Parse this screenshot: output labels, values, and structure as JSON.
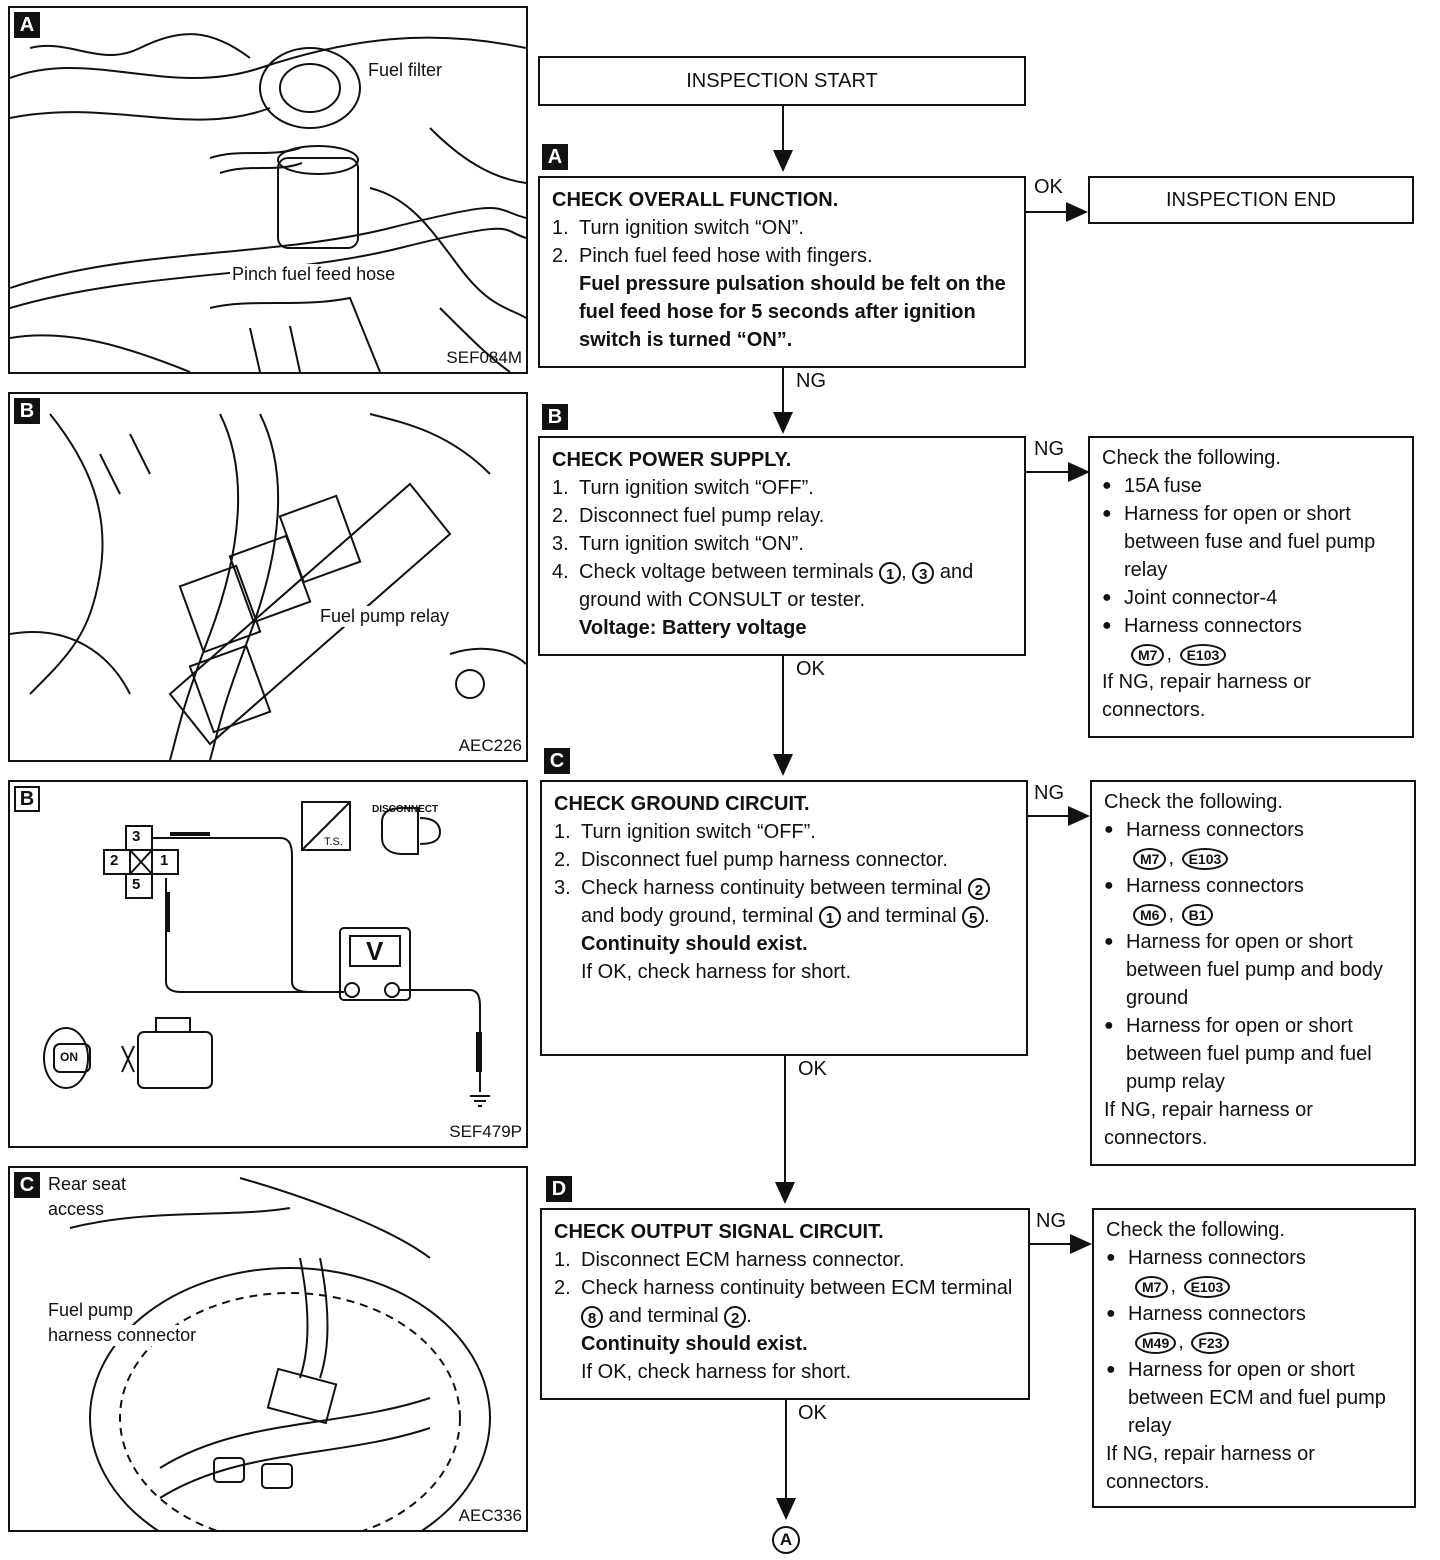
{
  "panels": {
    "a": {
      "tag": "A",
      "code": "SEF084M",
      "label_fuel_filter": "Fuel filter",
      "label_pinch": "Pinch fuel feed hose"
    },
    "b1": {
      "tag": "B",
      "code": "AEC226",
      "label_relay": "Fuel pump relay"
    },
    "b2": {
      "tag": "B",
      "code": "SEF479P",
      "pin3": "3",
      "pin2": "2",
      "pin1": "1",
      "pin5": "5",
      "meter": "V",
      "disconnect": "DISCONNECT",
      "ts": "T.S.",
      "on": "ON"
    },
    "c": {
      "tag": "C",
      "code": "AEC336",
      "label_access_1": "Rear seat",
      "label_access_2": "access",
      "label_conn_1": "Fuel pump",
      "label_conn_2": "harness connector"
    }
  },
  "flow": {
    "start": "INSPECTION START",
    "end": "INSPECTION END",
    "ok": "OK",
    "ng": "NG",
    "terminal_circle": "A",
    "steps": [
      {
        "tag": "A",
        "title": "CHECK OVERALL FUNCTION.",
        "items": [
          {
            "n": "1.",
            "text": "Turn ignition switch “ON”."
          },
          {
            "n": "2.",
            "text": "Pinch fuel feed hose with fingers."
          }
        ],
        "spec": "Fuel pressure pulsation should be felt on the fuel feed hose for 5 seconds after ignition switch is turned “ON”."
      },
      {
        "tag": "B",
        "title": "CHECK POWER SUPPLY.",
        "items": [
          {
            "n": "1.",
            "text": "Turn ignition switch “OFF”."
          },
          {
            "n": "2.",
            "text": "Disconnect fuel pump relay."
          },
          {
            "n": "3.",
            "text": "Turn ignition switch “ON”."
          },
          {
            "n": "4.",
            "text_a": "Check voltage between terminals",
            "t1": "1",
            "text_b": ",",
            "t2": "3",
            "text_c": "and ground with CONSULT or tester."
          }
        ],
        "spec": "Voltage: Battery voltage",
        "ng": {
          "head": "Check the following.",
          "bullets": [
            "15A fuse",
            "Harness for open or short between fuse and fuel pump relay",
            "Joint connector-4",
            "Harness connectors"
          ],
          "connectors": [
            "M7",
            "E103"
          ],
          "tail": "If NG, repair harness or connectors."
        }
      },
      {
        "tag": "C",
        "title": "CHECK GROUND CIRCUIT.",
        "items": [
          {
            "n": "1.",
            "text": "Turn ignition switch “OFF”."
          },
          {
            "n": "2.",
            "text": "Disconnect fuel pump harness connector."
          },
          {
            "n": "3.",
            "text_a": "Check harness continuity between terminal",
            "t1": "2",
            "text_b": "and body ground, terminal",
            "t2": "1",
            "text_c": "and terminal",
            "t3": "5",
            "text_d": "."
          }
        ],
        "spec": "Continuity should exist.",
        "note": "If OK, check harness for short.",
        "ng": {
          "head": "Check the following.",
          "bullet1": "Harness connectors",
          "conn1": [
            "M7",
            "E103"
          ],
          "bullet2": "Harness connectors",
          "conn2": [
            "M6",
            "B1"
          ],
          "bullet3": "Harness for open or short between fuel pump and body ground",
          "bullet4": "Harness for open or short between fuel pump and fuel pump relay",
          "tail": "If NG, repair harness or connectors."
        }
      },
      {
        "tag": "D",
        "title": "CHECK OUTPUT SIGNAL CIRCUIT.",
        "items": [
          {
            "n": "1.",
            "text": "Disconnect ECM harness connector."
          },
          {
            "n": "2.",
            "text_a": "Check harness continuity between ECM terminal",
            "t1": "8",
            "text_b": "and terminal",
            "t2": "2",
            "text_c": "."
          }
        ],
        "spec": "Continuity should exist.",
        "note": "If OK, check harness for short.",
        "ng": {
          "head": "Check the following.",
          "bullet1": "Harness connectors",
          "conn1": [
            "M7",
            "E103"
          ],
          "bullet2": "Harness connectors",
          "conn2": [
            "M49",
            "F23"
          ],
          "bullet3": "Harness for open or short between ECM and fuel pump relay",
          "tail": "If NG, repair harness or connectors."
        }
      }
    ]
  }
}
